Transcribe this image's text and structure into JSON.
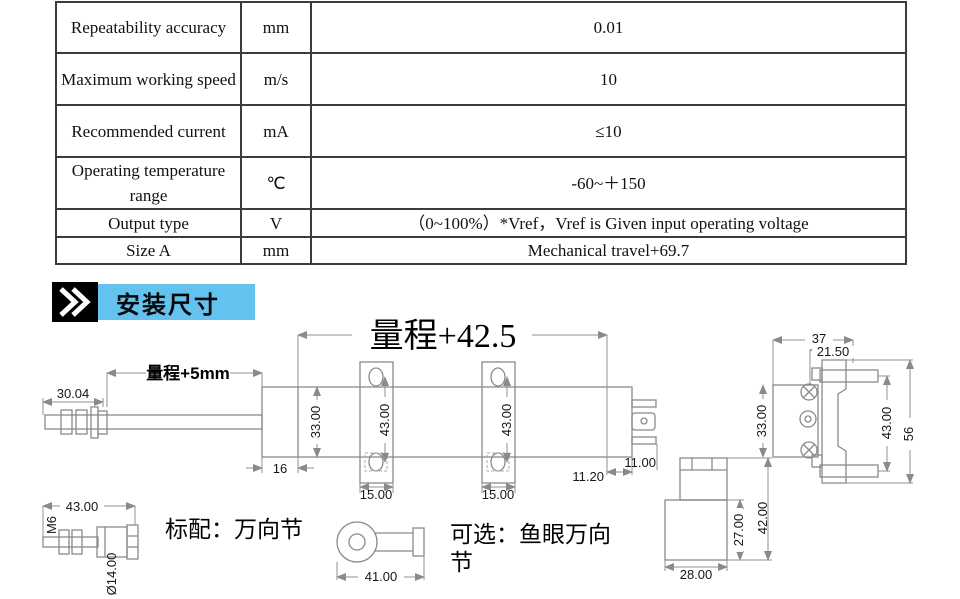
{
  "table": {
    "rows": [
      {
        "param": "Repeatability accuracy",
        "unit": "mm",
        "value": "0.01"
      },
      {
        "param": "Maximum working speed",
        "unit": "m/s",
        "value": "10"
      },
      {
        "param": "Recommended current",
        "unit": "mA",
        "value": "≤10"
      },
      {
        "param": "Operating temperature range",
        "unit": "℃",
        "value": "-60~＋150"
      },
      {
        "param": "Output type",
        "unit": "V",
        "value": "（0~100%）*Vref，Vref is Given input operating voltage"
      },
      {
        "param": "Size A",
        "unit": "mm",
        "value": "Mechanical travel+69.7"
      }
    ]
  },
  "section": {
    "title": "安装尺寸",
    "chevron_icon": "double-chevron-right"
  },
  "drawing": {
    "main_view": {
      "travel_total": "量程+42.5",
      "travel_rod": "量程+5mm",
      "rod_length": "30.04",
      "body_height": "33.00",
      "cap_width": "16",
      "bracket1_hole_spacing": "43.00",
      "bracket2_hole_spacing": "43.00",
      "bracket1_width": "15.00",
      "bracket2_width": "15.00",
      "end_offset": "11.20",
      "pin_length": "11.00"
    },
    "end_view": {
      "width": "37",
      "inner_width": "21.50",
      "body_height": "33.00",
      "clip_span": "43.00",
      "total_height": "56"
    },
    "joint_view": {
      "length": "43.00",
      "thread": "M6",
      "diameter": "Ø14.00"
    },
    "eyelet_view": {
      "length": "41.00"
    },
    "connector_view": {
      "block_height": "27.00",
      "total_height": "42.00",
      "width": "28.00"
    },
    "captions": {
      "standard": "标配：万向节",
      "optional_line1": "可选：鱼眼万向",
      "optional_line2": "节"
    }
  },
  "colors": {
    "header_bar_blue": "#63c3ee",
    "header_square_black": "#000000",
    "drawing_line_gray": "#8a8a8a",
    "text_black": "#111111"
  }
}
